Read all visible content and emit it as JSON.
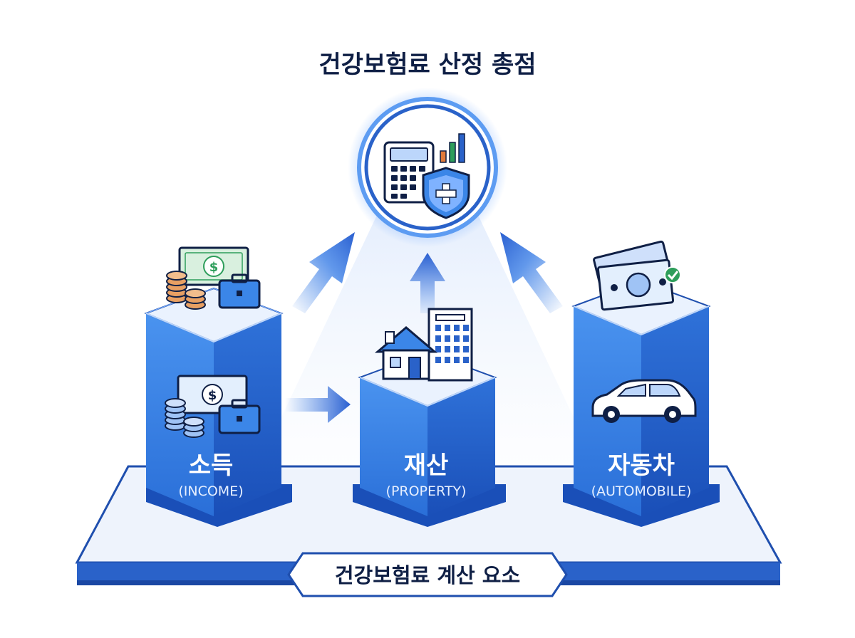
{
  "title": "건강보험료 산정 총점",
  "base_label": "건강보험료 계산 요소",
  "pillars": [
    {
      "name": "소득",
      "sub": "(INCOME)",
      "icon": "income-icon"
    },
    {
      "name": "재산",
      "sub": "(PROPERTY)",
      "icon": "property-icon"
    },
    {
      "name": "자동차",
      "sub": "(AUTOMOBILE)",
      "icon": "car-icon"
    }
  ],
  "colors": {
    "pillar_light": "#3b86e8",
    "pillar_dark": "#1d56c4",
    "navy": "#0f1f45",
    "accent_green": "#2e9e5b",
    "accent_orange": "#e07a3a"
  }
}
